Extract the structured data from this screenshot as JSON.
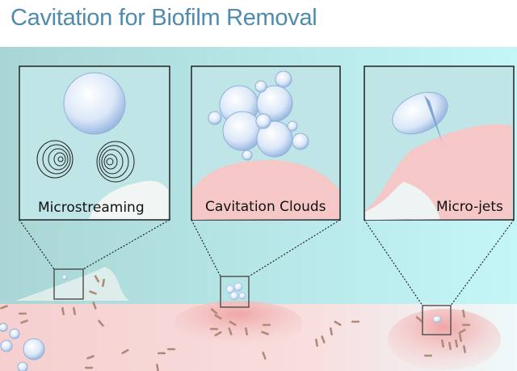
{
  "title": "Cavitation for Biofilm Removal",
  "panels": [
    {
      "label": "Microstreaming"
    },
    {
      "label": "Cavitation Clouds"
    },
    {
      "label": "Micro-jets"
    }
  ],
  "colors": {
    "title": "#4f8bac",
    "water": "#b7e3e3",
    "biofilm": "#f4c7c7",
    "bacteria": "#b08a78"
  }
}
